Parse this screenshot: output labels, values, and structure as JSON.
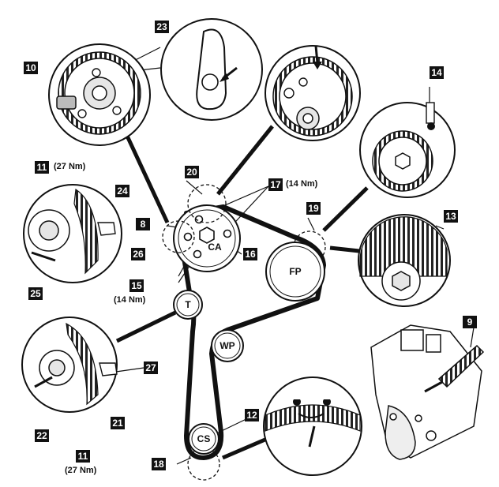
{
  "callouts": {
    "c8": "8",
    "c9": "9",
    "c10": "10",
    "c11_top": "11",
    "c11_bottom": "11",
    "c12": "12",
    "c13": "13",
    "c14": "14",
    "c15": "15",
    "c16": "16",
    "c17": "17",
    "c18": "18",
    "c19": "19",
    "c20": "20",
    "c21": "21",
    "c22": "22",
    "c23": "23",
    "c24": "24",
    "c25": "25",
    "c26": "26",
    "c27": "27"
  },
  "torques": {
    "t11_top": "(27 Nm)",
    "t17": "(14 Nm)",
    "t15": "(14 Nm)",
    "t11_bottom": "(27 Nm)"
  },
  "pulleys": {
    "camshaft": "CA",
    "fuel_pump": "FP",
    "tensioner": "T",
    "water_pump": "WP",
    "crankshaft": "CS"
  },
  "colors": {
    "ink": "#111111",
    "paper": "#ffffff",
    "shade": "#cfcfcf"
  }
}
